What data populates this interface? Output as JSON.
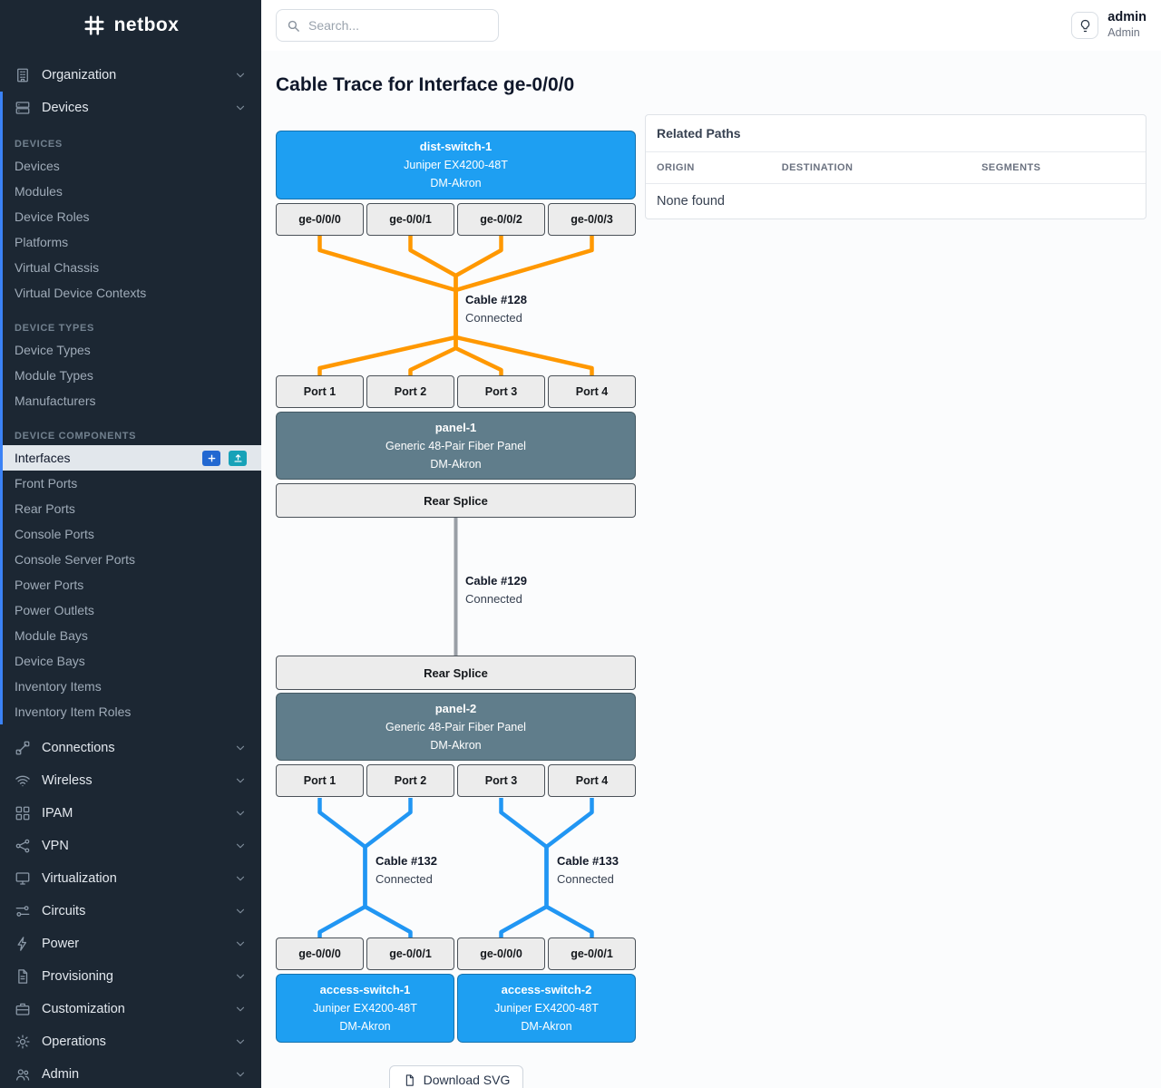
{
  "colors": {
    "sidebar_bg": "#1c2733",
    "accent_blue": "#3b82f6",
    "device_blue": "#1e9ff2",
    "panel_slate": "#607d8b",
    "cable_orange": "#ff9800",
    "cable_blue": "#2196f3",
    "cable_gray": "#9a9fa6",
    "add_button": "#2268d1",
    "import_button": "#17a2b8"
  },
  "brand": {
    "name": "netbox"
  },
  "topbar": {
    "search_placeholder": "Search...",
    "user": {
      "name": "admin",
      "role": "Admin"
    }
  },
  "sidebar": {
    "top": [
      {
        "label": "Organization"
      },
      {
        "label": "Devices"
      }
    ],
    "sections": [
      {
        "heading": "DEVICES",
        "items": [
          "Devices",
          "Modules",
          "Device Roles",
          "Platforms",
          "Virtual Chassis",
          "Virtual Device Contexts"
        ]
      },
      {
        "heading": "DEVICE TYPES",
        "items": [
          "Device Types",
          "Module Types",
          "Manufacturers"
        ]
      },
      {
        "heading": "DEVICE COMPONENTS",
        "items": [
          "Interfaces",
          "Front Ports",
          "Rear Ports",
          "Console Ports",
          "Console Server Ports",
          "Power Ports",
          "Power Outlets",
          "Module Bays",
          "Device Bays",
          "Inventory Items",
          "Inventory Item Roles"
        ]
      }
    ],
    "bottom": [
      "Connections",
      "Wireless",
      "IPAM",
      "VPN",
      "Virtualization",
      "Circuits",
      "Power",
      "Provisioning",
      "Customization",
      "Operations",
      "Admin"
    ]
  },
  "page": {
    "title": "Cable Trace for Interface ge-0/0/0"
  },
  "trace": {
    "dist_switch": {
      "name": "dist-switch-1",
      "type": "Juniper EX4200-48T",
      "site": "DM-Akron"
    },
    "dist_ports": [
      "ge-0/0/0",
      "ge-0/0/1",
      "ge-0/0/2",
      "ge-0/0/3"
    ],
    "cables": [
      {
        "label": "Cable #128",
        "status": "Connected"
      },
      {
        "label": "Cable #129",
        "status": "Connected"
      },
      {
        "label": "Cable #132",
        "status": "Connected"
      },
      {
        "label": "Cable #133",
        "status": "Connected"
      }
    ],
    "panel1_ports": [
      "Port 1",
      "Port 2",
      "Port 3",
      "Port 4"
    ],
    "panel1": {
      "name": "panel-1",
      "type": "Generic 48-Pair Fiber Panel",
      "site": "DM-Akron"
    },
    "rear_splice_label": "Rear Splice",
    "panel2": {
      "name": "panel-2",
      "type": "Generic 48-Pair Fiber Panel",
      "site": "DM-Akron"
    },
    "panel2_ports": [
      "Port 1",
      "Port 2",
      "Port 3",
      "Port 4"
    ],
    "access_ports": [
      "ge-0/0/0",
      "ge-0/0/1",
      "ge-0/0/0",
      "ge-0/0/1"
    ],
    "access_switch_1": {
      "name": "access-switch-1",
      "type": "Juniper EX4200-48T",
      "site": "DM-Akron"
    },
    "access_switch_2": {
      "name": "access-switch-2",
      "type": "Juniper EX4200-48T",
      "site": "DM-Akron"
    },
    "download_button": "Download SVG"
  },
  "related_paths": {
    "title": "Related Paths",
    "columns": [
      "ORIGIN",
      "DESTINATION",
      "SEGMENTS"
    ],
    "empty": "None found"
  }
}
